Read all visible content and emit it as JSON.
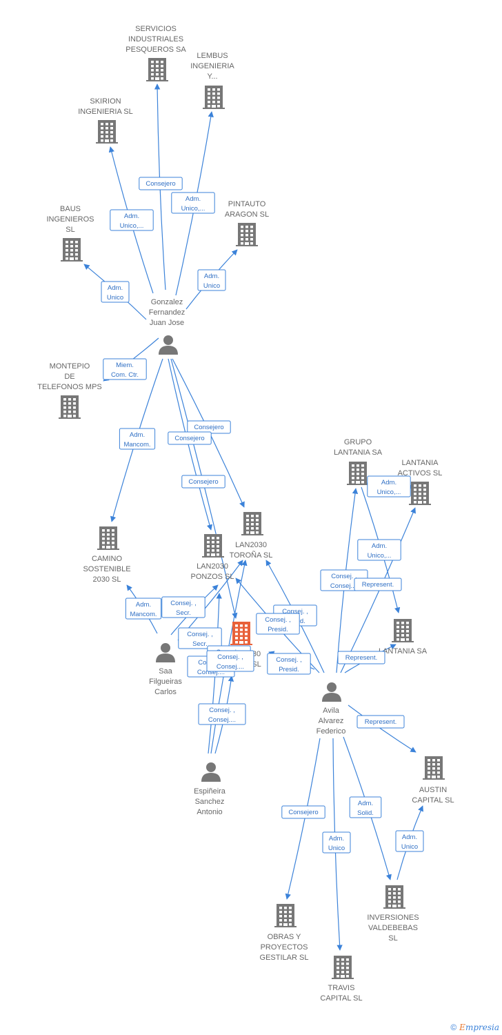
{
  "colors": {
    "edge": "#3b82d9",
    "node": "#777777",
    "focus": "#e8613a",
    "text": "#666666"
  },
  "nodes": [
    {
      "id": "servicios",
      "type": "company",
      "lines": [
        "SERVICIOS",
        "INDUSTRIALES",
        "PESQUEROS SA"
      ]
    },
    {
      "id": "lembus",
      "type": "company",
      "lines": [
        "LEMBUS",
        "INGENIERIA",
        "Y..."
      ]
    },
    {
      "id": "skirion",
      "type": "company",
      "lines": [
        "SKIRION",
        "INGENIERIA SL"
      ]
    },
    {
      "id": "baus",
      "type": "company",
      "lines": [
        "BAUS",
        "INGENIEROS",
        "SL"
      ]
    },
    {
      "id": "pintauto",
      "type": "company",
      "lines": [
        "PINTAUTO",
        "ARAGON SL"
      ]
    },
    {
      "id": "gonzalez",
      "type": "person",
      "lines": [
        "Gonzalez",
        "Fernandez",
        "Juan Jose"
      ]
    },
    {
      "id": "montepio",
      "type": "company",
      "lines": [
        "MONTEPIO",
        "DE",
        "TELEFONOS MPS"
      ]
    },
    {
      "id": "grupo_lantania",
      "type": "company",
      "lines": [
        "GRUPO",
        "LANTANIA SA"
      ]
    },
    {
      "id": "lantania_activos",
      "type": "company",
      "lines": [
        "LANTANIA",
        "ACTIVOS  SL"
      ]
    },
    {
      "id": "lan2030_torona",
      "type": "company",
      "lines": [
        "LAN2030",
        "TOROÑA  SL"
      ]
    },
    {
      "id": "camino",
      "type": "company",
      "lines": [
        "CAMINO",
        "SOSTENIBLE",
        "2030  SL"
      ]
    },
    {
      "id": "lan2030_ponzos",
      "type": "company",
      "lines": [
        "LAN2030",
        "PONZOS  SL"
      ]
    },
    {
      "id": "focus",
      "type": "focus",
      "lines": [
        "30",
        "SL"
      ]
    },
    {
      "id": "lantania_sa",
      "type": "company",
      "lines": [
        "LANTANIA SA"
      ]
    },
    {
      "id": "saa",
      "type": "person",
      "lines": [
        "Saa",
        "Filgueiras",
        "Carlos"
      ]
    },
    {
      "id": "avila",
      "type": "person",
      "lines": [
        "Avila",
        "Alvarez",
        "Federico"
      ]
    },
    {
      "id": "austin",
      "type": "company",
      "lines": [
        "AUSTIN",
        "CAPITAL  SL"
      ]
    },
    {
      "id": "espineira",
      "type": "person",
      "lines": [
        "Espiñeira",
        "Sanchez",
        "Antonio"
      ]
    },
    {
      "id": "inversiones",
      "type": "company",
      "lines": [
        "INVERSIONES",
        "VALDEBEBAS",
        "SL"
      ]
    },
    {
      "id": "obras",
      "type": "company",
      "lines": [
        "OBRAS Y",
        "PROYECTOS",
        "GESTILAR  SL"
      ]
    },
    {
      "id": "travis",
      "type": "company",
      "lines": [
        "TRAVIS",
        "CAPITAL  SL"
      ]
    }
  ],
  "edges": [
    {
      "from": "gonzalez",
      "to": "servicios",
      "label": [
        "Consejero"
      ]
    },
    {
      "from": "gonzalez",
      "to": "lembus",
      "label": [
        "Adm.",
        "Unico,..."
      ]
    },
    {
      "from": "gonzalez",
      "to": "skirion",
      "label": [
        "Adm.",
        "Unico,..."
      ]
    },
    {
      "from": "gonzalez",
      "to": "baus",
      "label": [
        "Adm.",
        "Unico"
      ]
    },
    {
      "from": "gonzalez",
      "to": "pintauto",
      "label": [
        "Adm.",
        "Unico"
      ]
    },
    {
      "from": "gonzalez",
      "to": "montepio",
      "label": [
        "Miem.",
        "Com. Ctr."
      ]
    },
    {
      "from": "gonzalez",
      "to": "camino",
      "label": [
        "Adm.",
        "Mancom."
      ]
    },
    {
      "from": "gonzalez",
      "to": "lan2030_torona",
      "label": [
        "Consejero"
      ]
    },
    {
      "from": "gonzalez",
      "to": "lan2030_ponzos",
      "label": [
        "Consejero"
      ]
    },
    {
      "from": "gonzalez",
      "to": "focus",
      "label": [
        "Consejero"
      ]
    },
    {
      "from": "avila",
      "to": "grupo_lantania",
      "label": [
        "Consej. ,",
        "Consej...."
      ]
    },
    {
      "from": "avila",
      "to": "lantania_activos",
      "label": [
        "Represent."
      ]
    },
    {
      "from": "avila",
      "to": "lantania_sa",
      "label": [
        "Represent."
      ]
    },
    {
      "from": "grupo_lantania",
      "to": "lantania_sa",
      "label": [
        "Adm.",
        "Unico,..."
      ]
    },
    {
      "from": "grupo_lantania",
      "to": "lantania_activos",
      "label": [
        "Adm.",
        "Unico,..."
      ]
    },
    {
      "from": "avila",
      "to": "lan2030_torona",
      "label": [
        "Consej. ,",
        "Presid."
      ]
    },
    {
      "from": "avila",
      "to": "lan2030_ponzos",
      "label": [
        "Consej. ,",
        "Presid."
      ]
    },
    {
      "from": "avila",
      "to": "focus",
      "label": [
        "Consej. ,",
        "Presid."
      ]
    },
    {
      "from": "avila",
      "to": "austin",
      "label": [
        "Represent."
      ]
    },
    {
      "from": "avila",
      "to": "obras",
      "label": [
        "Consejero"
      ]
    },
    {
      "from": "avila",
      "to": "travis",
      "label": [
        "Adm.",
        "Unico"
      ]
    },
    {
      "from": "avila",
      "to": "inversiones",
      "label": [
        "Adm.",
        "Solid."
      ]
    },
    {
      "from": "inversiones",
      "to": "austin",
      "label": [
        "Adm.",
        "Unico"
      ]
    },
    {
      "from": "saa",
      "to": "camino",
      "label": [
        "Adm.",
        "Mancom."
      ]
    },
    {
      "from": "saa",
      "to": "lan2030_ponzos",
      "label": [
        "Consej. ,",
        "Secr."
      ]
    },
    {
      "from": "saa",
      "to": "lan2030_torona",
      "label": [
        "Consej. ,",
        "Secr."
      ]
    },
    {
      "from": "saa",
      "to": "focus",
      "label": [
        "Consej. ,",
        "Secr."
      ]
    },
    {
      "from": "espineira",
      "to": "lan2030_ponzos",
      "label": [
        "Consej. ,",
        "Consej...."
      ]
    },
    {
      "from": "espineira",
      "to": "lan2030_torona",
      "label": [
        "Consej. ,",
        "Consej...."
      ]
    },
    {
      "from": "espineira",
      "to": "focus",
      "label": [
        "Consej. ,",
        "Consej...."
      ]
    }
  ],
  "footer": {
    "copyright": "©",
    "brand_first": "E",
    "brand_rest": "mpresia"
  }
}
